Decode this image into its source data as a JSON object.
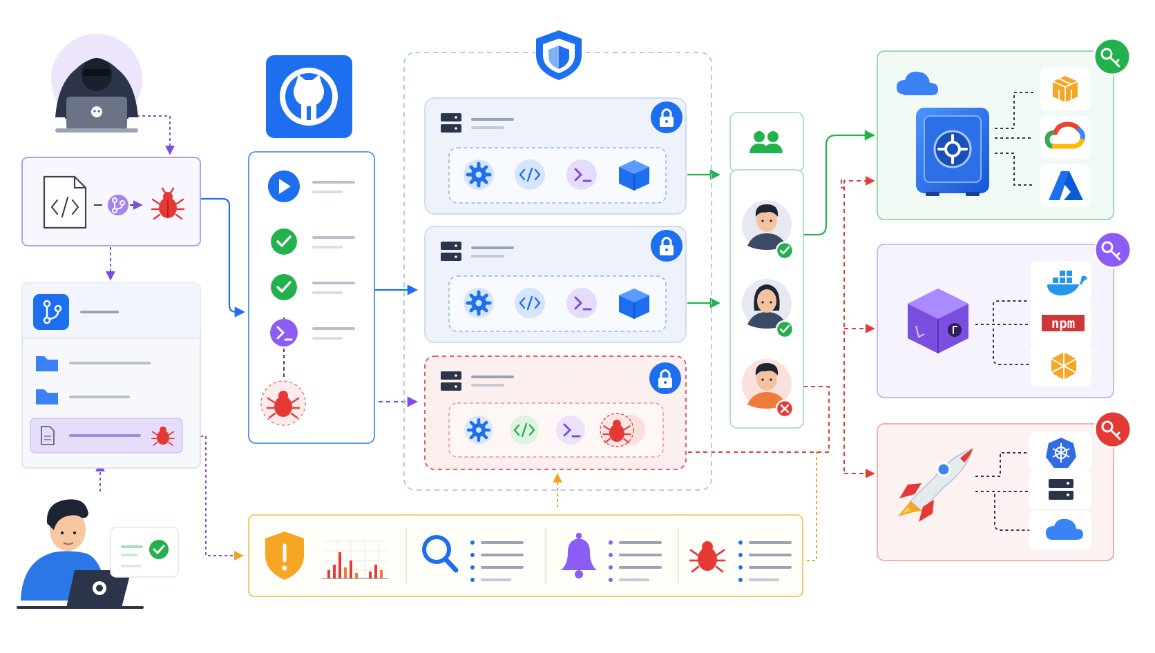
{
  "colors": {
    "blue": "#1e6ff0",
    "green": "#22b14c",
    "purple": "#8b5cf6",
    "red": "#e53935",
    "orange": "#f5a623",
    "gray_line": "#c9cfdb",
    "navy": "#2b3448"
  },
  "actors": {
    "attacker": {
      "icon": "hooded-hacker-icon",
      "laptop_icon": "skull-icon"
    },
    "developer": {
      "icon": "developer-icon",
      "laptop_icon": "github-icon",
      "status_icon": "check-icon"
    }
  },
  "commit_panel": {
    "icons": [
      "code-file-icon",
      "git-branch-icon",
      "bug-icon"
    ]
  },
  "repo_panel": {
    "header_icon": "git-branch-icon",
    "rows": [
      "folder-icon",
      "folder-icon",
      "file-icon"
    ],
    "flagged_row_icon": "bug-icon"
  },
  "github": {
    "icon": "github-icon"
  },
  "pipeline_steps": [
    {
      "icon": "play-icon",
      "state": "running"
    },
    {
      "icon": "check-icon",
      "state": "passed"
    },
    {
      "icon": "check-icon",
      "state": "passed"
    },
    {
      "icon": "terminal-icon",
      "state": "step"
    },
    {
      "icon": "bug-icon",
      "state": "malicious"
    }
  ],
  "runner_group": {
    "header_icon": "shield-icon",
    "runners": [
      {
        "state": "clean",
        "tools": [
          "gear-icon",
          "code-icon",
          "terminal-icon",
          "cube-icon"
        ]
      },
      {
        "state": "clean",
        "tools": [
          "gear-icon",
          "code-icon",
          "terminal-icon",
          "cube-icon"
        ]
      },
      {
        "state": "compromised",
        "tools": [
          "gear-icon",
          "code-icon",
          "terminal-icon",
          "bug-icon"
        ]
      }
    ]
  },
  "approvers": {
    "header_icon": "users-icon",
    "people": [
      {
        "status": "approved"
      },
      {
        "status": "approved"
      },
      {
        "status": "rejected"
      }
    ]
  },
  "targets": [
    {
      "name": "cloud-secrets",
      "key_color": "#22b14c",
      "icons": [
        "aws-icon",
        "gcp-icon",
        "azure-icon"
      ]
    },
    {
      "name": "package-registries",
      "key_color": "#8b5cf6",
      "icons": [
        "docker-icon",
        "npm-icon",
        "package-icon"
      ],
      "npm_label": "npm"
    },
    {
      "name": "deployments",
      "key_color": "#e53935",
      "icons": [
        "kubernetes-icon",
        "server-icon",
        "cloud-icon"
      ]
    }
  ],
  "monitoring": {
    "icons": [
      "shield-alert-icon",
      "bar-chart-icon",
      "search-icon",
      "bell-icon",
      "bug-icon"
    ]
  }
}
